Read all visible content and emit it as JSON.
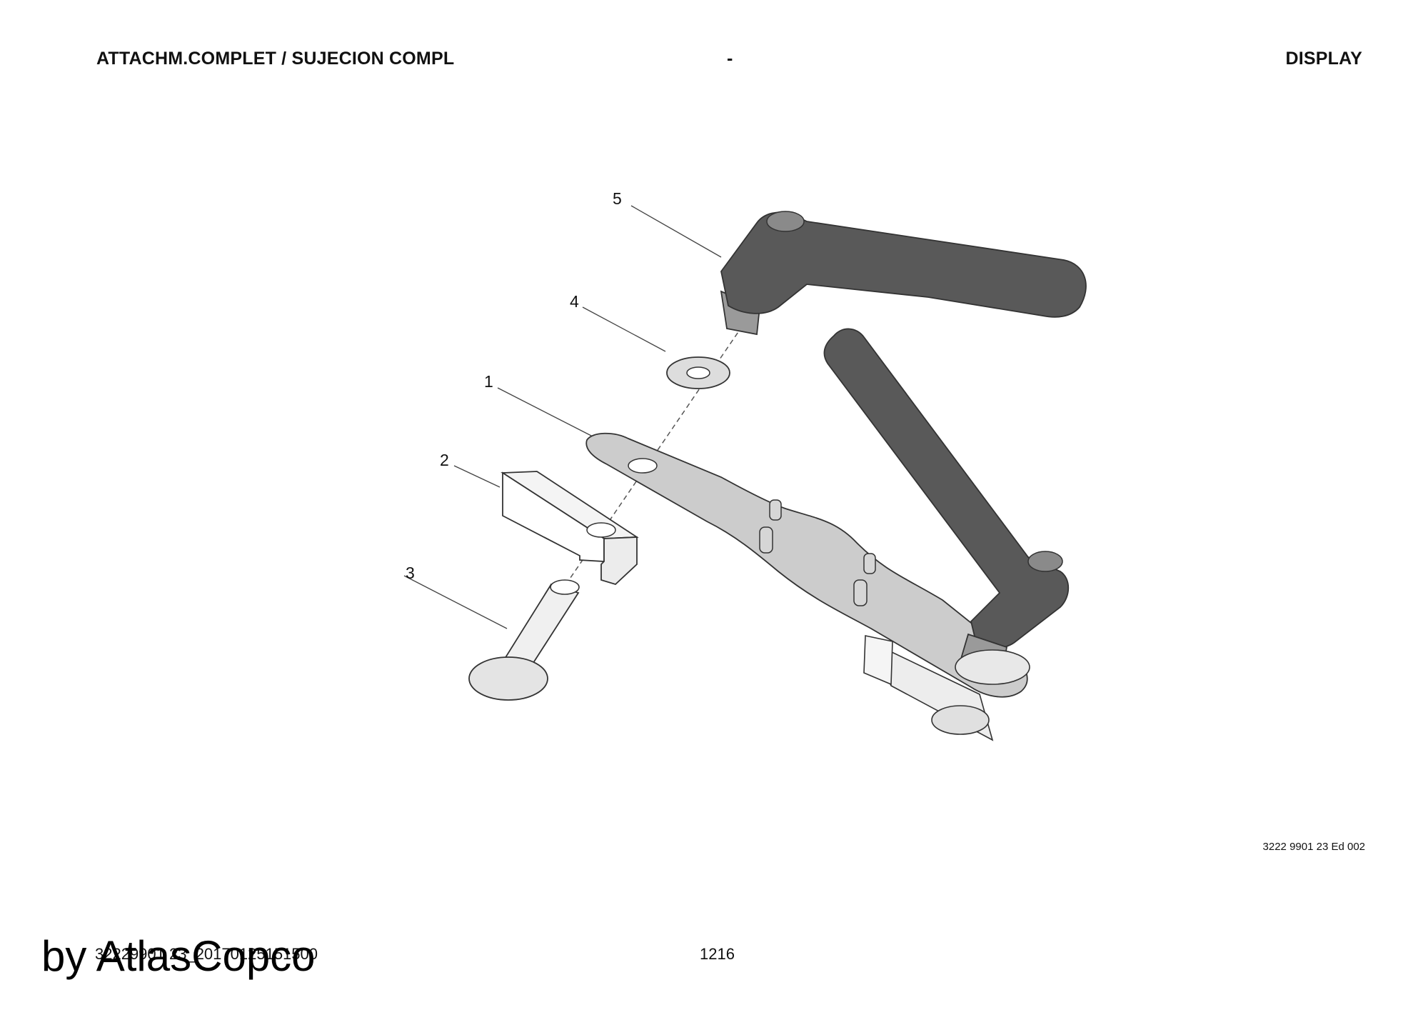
{
  "header": {
    "title": "ATTACHM.COMPLET / SUJECION COMPL",
    "separator": "-",
    "section": "DISPLAY"
  },
  "callouts": [
    "1",
    "2",
    "3",
    "4",
    "5"
  ],
  "document_ref": "3222 9901 23 Ed 002",
  "footer": {
    "code": "32229901 23_20170125151500",
    "page": "1216"
  },
  "watermark": "by AtlasCopco",
  "colors": {
    "handle": "#595959",
    "plate": "#cccccc",
    "line": "#333333"
  }
}
